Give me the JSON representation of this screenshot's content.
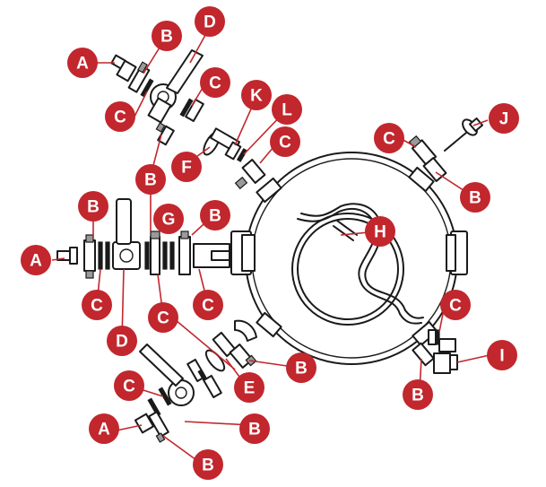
{
  "colors": {
    "badge": "#c1272d",
    "line": "#1a1a1a",
    "accent_gray": "#9a9a9a"
  },
  "labels": [
    {
      "id": "a1",
      "text": "A",
      "target": "fitting-a-top"
    },
    {
      "id": "b1",
      "text": "B",
      "target": "clamp-b-top"
    },
    {
      "id": "c1",
      "text": "C",
      "target": "gasket-c-top"
    },
    {
      "id": "d1",
      "text": "D",
      "target": "valve-d-top"
    },
    {
      "id": "c2",
      "text": "C",
      "target": "gasket-c-top-right"
    },
    {
      "id": "k1",
      "text": "K",
      "target": "part-k"
    },
    {
      "id": "l1",
      "text": "L",
      "target": "part-l"
    },
    {
      "id": "f1",
      "text": "F",
      "target": "part-f"
    },
    {
      "id": "c3",
      "text": "C",
      "target": "gasket-c-mid"
    },
    {
      "id": "b2",
      "text": "B",
      "target": "clamp-b-mid"
    },
    {
      "id": "c4",
      "text": "C",
      "target": "gasket-c-right"
    },
    {
      "id": "j1",
      "text": "J",
      "target": "part-j"
    },
    {
      "id": "b3",
      "text": "B",
      "target": "clamp-b-right"
    },
    {
      "id": "b4",
      "text": "B",
      "target": "clamp-b-left"
    },
    {
      "id": "g1",
      "text": "G",
      "target": "part-g"
    },
    {
      "id": "b5",
      "text": "B",
      "target": "clamp-b-center"
    },
    {
      "id": "h1",
      "text": "H",
      "target": "coil-h"
    },
    {
      "id": "a2",
      "text": "A",
      "target": "fitting-a-left"
    },
    {
      "id": "c5",
      "text": "C",
      "target": "gasket-c-left"
    },
    {
      "id": "c6",
      "text": "C",
      "target": "gasket-c-center"
    },
    {
      "id": "c7",
      "text": "C",
      "target": "gasket-c-lower"
    },
    {
      "id": "c8",
      "text": "C",
      "target": "gasket-c-lower-right"
    },
    {
      "id": "i1",
      "text": "I",
      "target": "part-i"
    },
    {
      "id": "d2",
      "text": "D",
      "target": "valve-d-bottom"
    },
    {
      "id": "b6",
      "text": "B",
      "target": "clamp-b-lower"
    },
    {
      "id": "e1",
      "text": "E",
      "target": "part-e"
    },
    {
      "id": "b7",
      "text": "B",
      "target": "clamp-b-port"
    },
    {
      "id": "c9",
      "text": "C",
      "target": "gasket-c-bottom"
    },
    {
      "id": "b8",
      "text": "B",
      "target": "clamp-b-lower-right"
    },
    {
      "id": "a3",
      "text": "A",
      "target": "fitting-a-bottom"
    },
    {
      "id": "b9",
      "text": "B",
      "target": "clamp-b-bottom"
    }
  ]
}
